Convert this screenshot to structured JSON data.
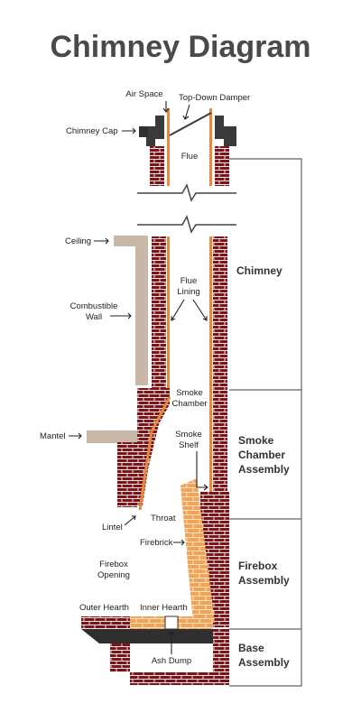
{
  "title": "Chimney Diagram",
  "labels": {
    "air_space": "Air Space",
    "top_down_damper": "Top-Down Damper",
    "chimney_cap": "Chimney Cap",
    "flue": "Flue",
    "ceiling": "Ceiling",
    "combustible_wall_1": "Combustible",
    "combustible_wall_2": "Wall",
    "flue_lining_1": "Flue",
    "flue_lining_2": "Lining",
    "smoke_chamber_1": "Smoke",
    "smoke_chamber_2": "Chamber",
    "smoke_shelf_1": "Smoke",
    "smoke_shelf_2": "Shelf",
    "mantel": "Mantel",
    "lintel": "Lintel",
    "throat": "Throat",
    "firebrick": "Firebrick",
    "firebox_opening_1": "Firebox",
    "firebox_opening_2": "Opening",
    "outer_hearth": "Outer Hearth",
    "inner_hearth": "Inner Hearth",
    "ash_dump": "Ash Dump"
  },
  "sections": {
    "chimney": "Chimney",
    "smoke_chamber_assembly_1": "Smoke",
    "smoke_chamber_assembly_2": "Chamber",
    "smoke_chamber_assembly_3": "Assembly",
    "firebox_assembly_1": "Firebox",
    "firebox_assembly_2": "Assembly",
    "base_assembly_1": "Base",
    "base_assembly_2": "Assembly"
  },
  "colors": {
    "brick": "#7a1418",
    "mortar": "#f1e6e6",
    "flue_liner": "#e8883a",
    "firebrick": "#f0a45a",
    "firebrick_mortar": "#fbe3c2",
    "wall": "#c9b8a8",
    "cap": "#3a3a3a",
    "title": "#4a4a4a"
  }
}
